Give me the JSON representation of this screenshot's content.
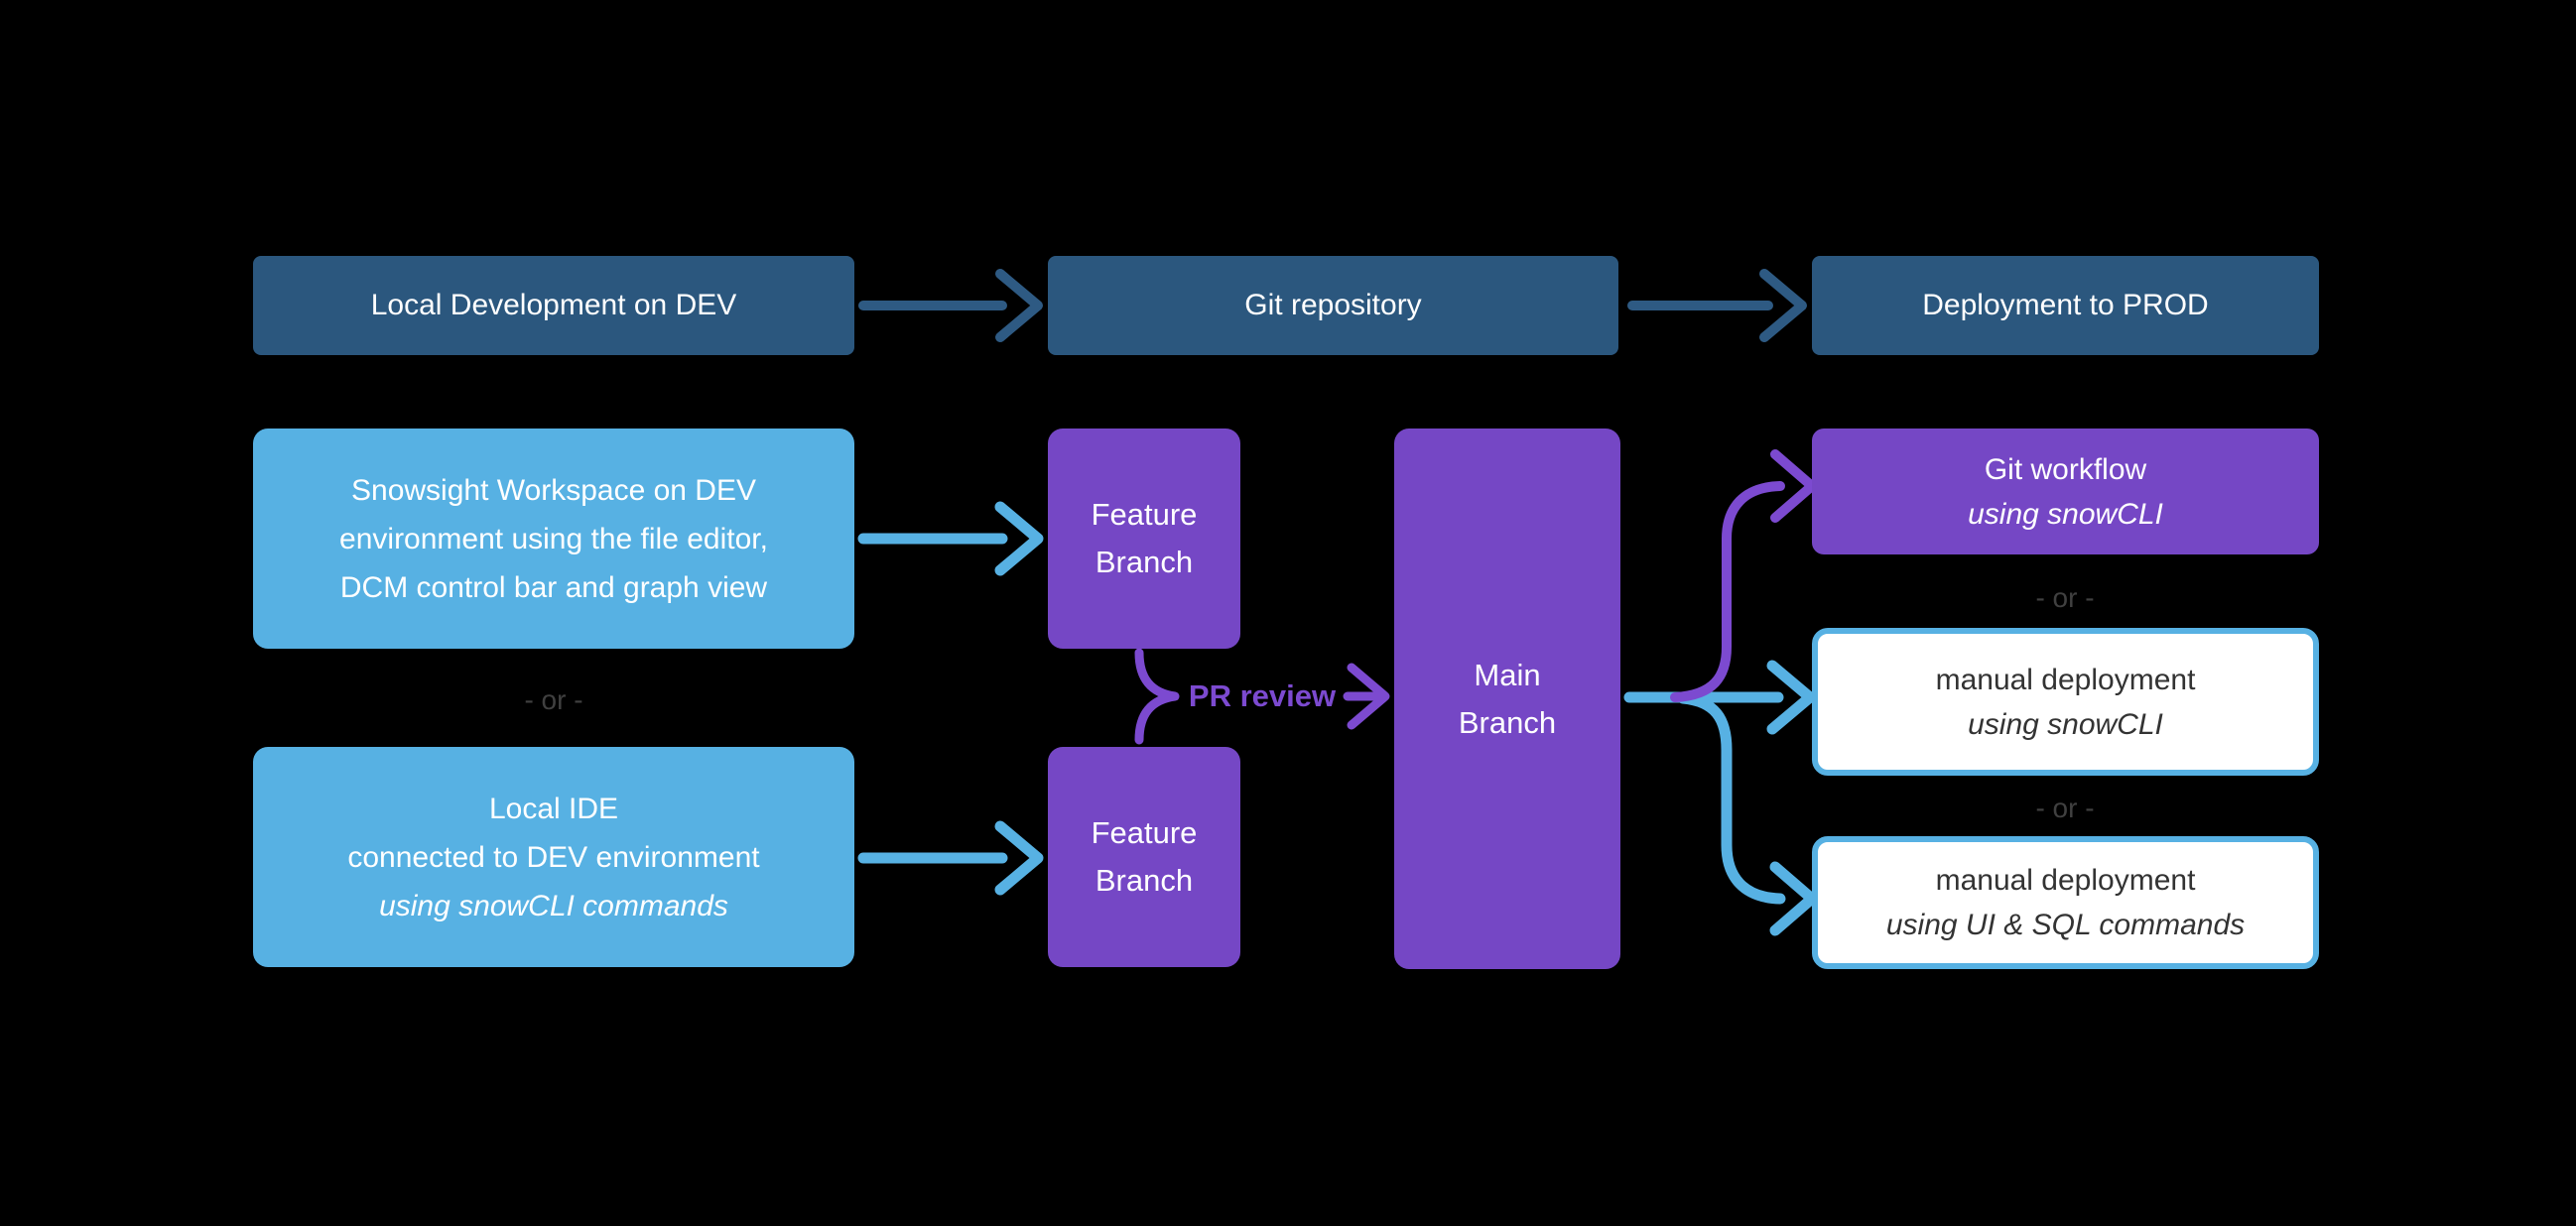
{
  "colors": {
    "background": "#000000",
    "dark_blue_box": "#2b577e",
    "dark_blue_arrow": "#2e5a83",
    "light_blue": "#57b1e3",
    "purple_box": "#7547c5",
    "purple_arrow": "#7c4ad0",
    "white_box_text": "#333333",
    "or_text": "#404040",
    "box_text": "#ffffff"
  },
  "nodes": {
    "local_dev": "Local Development on DEV",
    "git_repo": "Git repository",
    "deploy_prod": "Deployment to PROD",
    "snowsight": {
      "l1": "Snowsight Workspace on DEV",
      "l2": "environment using the file editor,",
      "l3": "DCM control bar and graph view"
    },
    "local_ide": {
      "l1": "Local IDE",
      "l2": "connected to DEV environment",
      "l3": "using snowCLI commands"
    },
    "feature_top": {
      "l1": "Feature",
      "l2": "Branch"
    },
    "feature_bottom": {
      "l1": "Feature",
      "l2": "Branch"
    },
    "main_branch": {
      "l1": "Main",
      "l2": "Branch"
    },
    "git_workflow": {
      "l1": "Git workflow",
      "l2": "using snowCLI"
    },
    "manual_cli": {
      "l1": "manual deployment",
      "l2": "using snowCLI"
    },
    "manual_ui": {
      "l1": "manual deployment",
      "l2": "using UI & SQL commands"
    }
  },
  "labels": {
    "pr_review": "PR review",
    "or_left": "- or -",
    "or_right_1": "- or -",
    "or_right_2": "- or -"
  }
}
